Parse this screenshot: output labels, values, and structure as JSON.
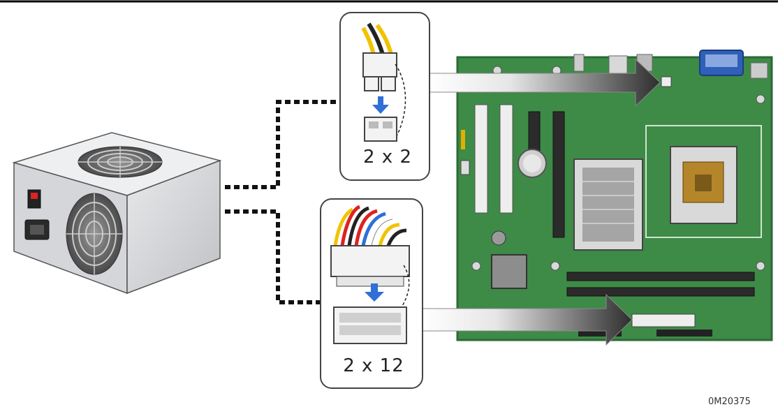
{
  "callouts": {
    "aux_connector_label": "2 x 2",
    "main_connector_label": "2 x 12"
  },
  "figure_id": "0M20375",
  "colors": {
    "board_green": "#3e8a47",
    "board_edge": "#2b6a33",
    "psu_silver": "#d9dadc",
    "arrow_dark": "#3a3a3a",
    "connector_arrow_blue": "#2f6fd6",
    "cable_yellow": "#f2c200",
    "vga_blue": "#2f5fb8"
  },
  "icons": [
    "psu-icon",
    "motherboard-icon",
    "fan-grille-icon",
    "power-switch-icon",
    "power-socket-icon",
    "cpu-socket-icon",
    "heatsink-icon",
    "battery-icon",
    "insert-arrow-icon"
  ]
}
